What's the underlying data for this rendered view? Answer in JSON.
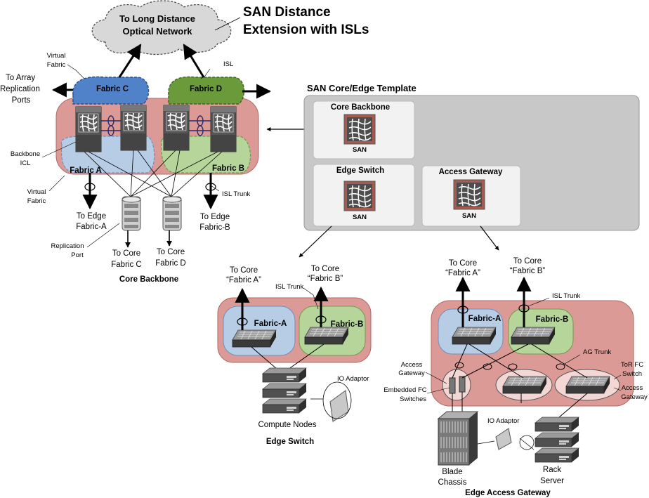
{
  "title": {
    "line1": "SAN Distance",
    "line2": "Extension with ISLs"
  },
  "cloud": {
    "line1": "To Long Distance",
    "line2": "Optical Network"
  },
  "core_backbone": {
    "fabric_c": "Fabric C",
    "fabric_d": "Fabric D",
    "fabric_a": "Fabric A",
    "fabric_b": "Fabric B",
    "virtual_fabric_top_1": "Virtual",
    "virtual_fabric_top_2": "Fabric",
    "virtual_fabric_bottom_1": "Virtual",
    "virtual_fabric_bottom_2": "Fabric",
    "isl": "ISL",
    "to_array_1": "To Array",
    "to_array_2": "Replication",
    "to_array_3": "Ports",
    "backbone_icl_1": "Backbone",
    "backbone_icl_2": "ICL",
    "isl_trunk": "ISL Trunk",
    "to_edge_a_1": "To Edge",
    "to_edge_a_2": "Fabric-A",
    "to_edge_b_1": "To Edge",
    "to_edge_b_2": "Fabric-B",
    "replication_port_1": "Replication",
    "replication_port_2": "Port",
    "to_core_c_1": "To Core",
    "to_core_c_2": "Fabric C",
    "to_core_d_1": "To Core",
    "to_core_d_2": "Fabric D",
    "caption": "Core Backbone"
  },
  "template": {
    "title": "SAN Core/Edge Template",
    "core_backbone": "Core Backbone",
    "edge_switch": "Edge Switch",
    "access_gateway": "Access Gateway",
    "san_1": "SAN",
    "san_2": "SAN",
    "san_3": "SAN"
  },
  "edge_switch": {
    "to_core_a_1": "To Core",
    "to_core_a_2": "“Fabric A”",
    "to_core_b_1": "To Core",
    "to_core_b_2": "“Fabric B”",
    "isl_trunk": "ISL Trunk",
    "fabric_a": "Fabric-A",
    "fabric_b": "Fabric-B",
    "io_adaptor": "IO Adaptor",
    "compute_nodes": "Compute Nodes",
    "caption": "Edge Switch"
  },
  "edge_ag": {
    "to_core_a_1": "To Core",
    "to_core_a_2": "“Fabric A”",
    "to_core_b_1": "To Core",
    "to_core_b_2": "“Fabric B”",
    "isl_trunk": "ISL Trunk",
    "fabric_a": "Fabric-A",
    "fabric_b": "Fabric-B",
    "ag_trunk": "AG Trunk",
    "access_gateway_1": "Access",
    "access_gateway_2": "Gateway",
    "embedded_1": "Embedded FC",
    "embedded_2": "Switches",
    "tor_1": "ToR FC",
    "tor_2": "Switch",
    "access_gw_right_1": "Access",
    "access_gw_right_2": "Gateway",
    "io_adaptor": "IO Adaptor",
    "blade_1": "Blade",
    "blade_2": "Chassis",
    "rack_1": "Rack",
    "rack_2": "Server",
    "caption": "Edge Access Gateway"
  },
  "colors": {
    "core_pink": "#dc9a96",
    "fabric_blue": "#b7cde6",
    "fabric_green": "#b5d59a",
    "fabric_c_blue": "#4f82c8",
    "fabric_d_green": "#6a9a3a",
    "template_gray": "#c8c8c8",
    "cloud_gray": "#d8d8d8"
  }
}
